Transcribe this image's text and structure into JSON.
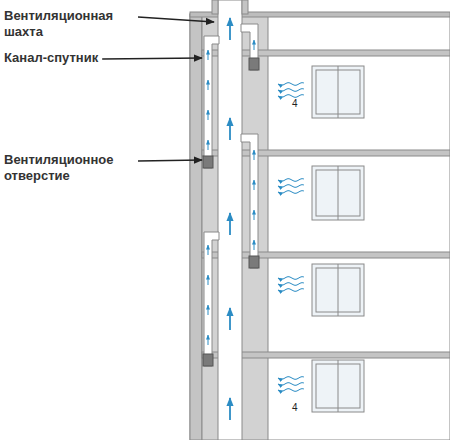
{
  "diagram": {
    "labels": [
      "Вентиляционная шахта",
      "Канал-спутник",
      "Вентиляционное отверстие",
      "4",
      "4"
    ]
  }
}
